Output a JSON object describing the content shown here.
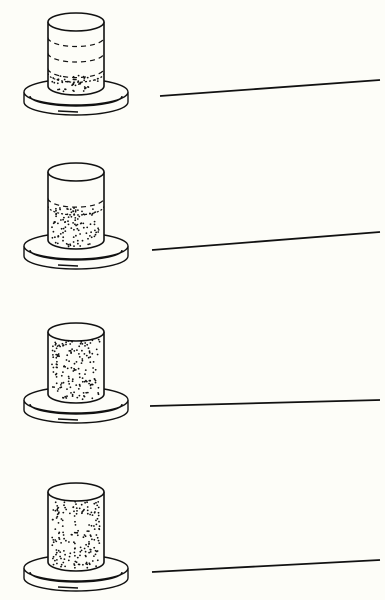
{
  "worksheet": {
    "ink_color": "#111111",
    "paper_color": "#fdfdf8",
    "items": [
      {
        "fill_level": 0.2
      },
      {
        "fill_level": 0.5
      },
      {
        "fill_level": 1.0
      },
      {
        "fill_level": 1.0
      }
    ]
  }
}
